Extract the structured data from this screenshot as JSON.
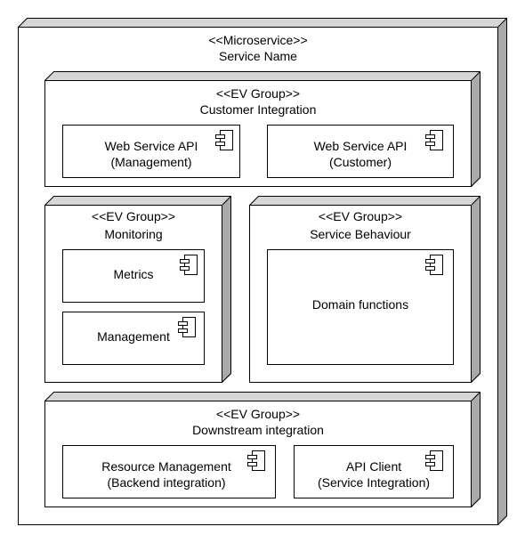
{
  "microservice": {
    "stereotype": "<<Microservice>>",
    "name": "Service Name"
  },
  "groups": {
    "customer_integration": {
      "stereotype": "<<EV Group>>",
      "name": "Customer Integration",
      "components": [
        "Web Service API\n(Management)",
        "Web Service API\n(Customer)"
      ]
    },
    "monitoring": {
      "stereotype": "<<EV Group>>",
      "name": "Monitoring",
      "components": [
        "Metrics",
        "Management"
      ]
    },
    "service_behaviour": {
      "stereotype": "<<EV Group>>",
      "name": "Service Behaviour",
      "components": [
        "Domain functions"
      ]
    },
    "downstream_integration": {
      "stereotype": "<<EV Group>>",
      "name": "Downstream integration",
      "components": [
        "Resource Management\n(Backend integration)",
        "API Client\n(Service Integration)"
      ]
    }
  }
}
